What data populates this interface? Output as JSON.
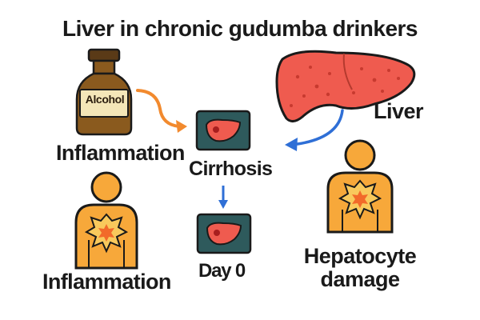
{
  "title": "Liver in chronic gudumba drinkers",
  "labels": {
    "alcohol": "Alcohol",
    "inflammation_top": "Inflammation",
    "cirrhosis": "Cirrhosis",
    "liver": "Liver",
    "day0": "Day 0",
    "inflammation_bottom": "Inflammation",
    "hepatocyte_line1": "Hepatocyte",
    "hepatocyte_line2": "damage"
  },
  "colors": {
    "liver_red": "#ef5b4f",
    "body_orange": "#f7a83a",
    "burst_orange": "#f26a2a",
    "bottle_brown": "#8a5a1e",
    "arrow_orange": "#f28a2e",
    "arrow_blue": "#2f6fd6",
    "panel_teal": "#2e5a5c"
  }
}
